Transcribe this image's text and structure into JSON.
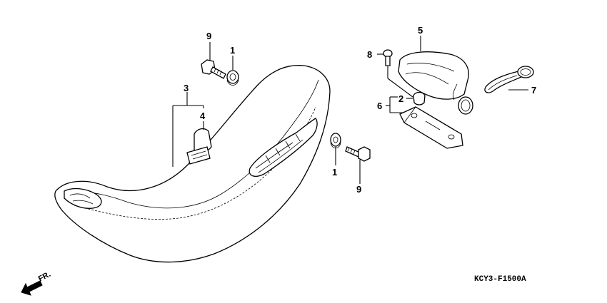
{
  "diagram": {
    "diagram_code": "KCY3-F1500A",
    "front_indicator": "FR.",
    "callouts": [
      {
        "id": "c9a",
        "text": "9"
      },
      {
        "id": "c1a",
        "text": "1"
      },
      {
        "id": "c3",
        "text": "3"
      },
      {
        "id": "c4",
        "text": "4"
      },
      {
        "id": "c1b",
        "text": "1"
      },
      {
        "id": "c9b",
        "text": "9"
      },
      {
        "id": "c5",
        "text": "5"
      },
      {
        "id": "c8",
        "text": "8"
      },
      {
        "id": "c2",
        "text": "2"
      },
      {
        "id": "c6",
        "text": "6"
      },
      {
        "id": "c7",
        "text": "7"
      }
    ]
  }
}
